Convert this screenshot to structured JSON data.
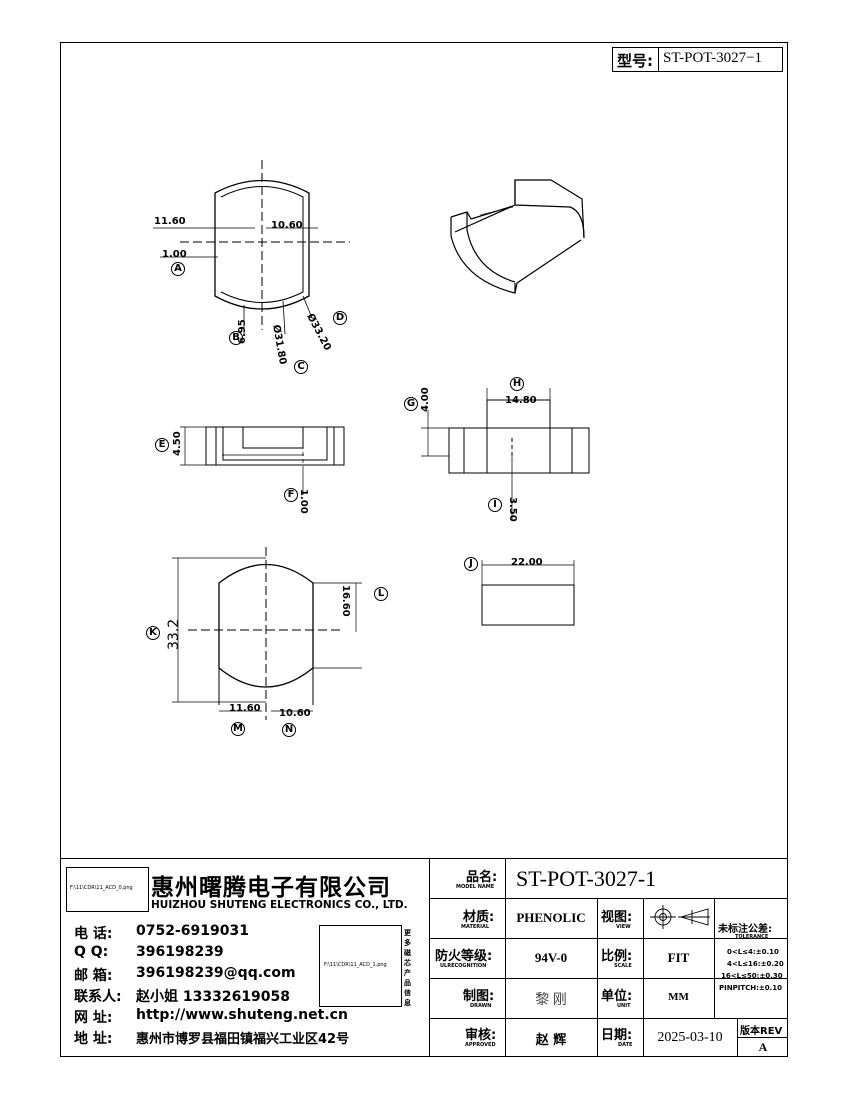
{
  "model_box": {
    "label": "型号:",
    "value": "ST-POT-3027−1"
  },
  "dims": {
    "top_view": {
      "w_left": "11.60",
      "w_right": "10.60",
      "t_top": "1.00",
      "r_b": "6.95",
      "r_c": "Ø31.80",
      "r_d": "Ø33.20",
      "tag_a": "A",
      "tag_b": "B",
      "tag_c": "C",
      "tag_d": "D"
    },
    "front_view": {
      "height": "4.50",
      "base": "1.00",
      "tag_e": "E",
      "tag_f": "F"
    },
    "side_view": {
      "h_top": "4.00",
      "width": "14.80",
      "h_bottom": "3.50",
      "tag_g": "G",
      "tag_h": "H",
      "tag_i": "I"
    },
    "bottom_view": {
      "overall": "33.2",
      "flat": "16.60",
      "w_left": "11.60",
      "w_right": "10.60",
      "tag_k": "K",
      "tag_l": "L",
      "tag_m": "M",
      "tag_n": "N"
    },
    "depth_view": {
      "width": "22.00",
      "tag_j": "J"
    }
  },
  "company": {
    "logo_path": "F:\\11\\CDR\\11_ACD_0.png",
    "name_cn": "惠州曙腾电子有限公司",
    "name_en": "HUIZHOU SHUTENG ELECTRONICS CO., LTD.",
    "contacts": [
      {
        "k": "电   话:",
        "v": "0752-6919031"
      },
      {
        "k": "Q     Q:",
        "v": "396198239"
      },
      {
        "k": "邮   箱:",
        "v": "396198239@qq.com"
      },
      {
        "k": "联系人:",
        "v": "赵小姐 13332619058"
      },
      {
        "k": "网   址:",
        "v": "http://www.shuteng.net.cn"
      },
      {
        "k": "地   址:",
        "v": "惠州市博罗县福田镇福兴工业区42号"
      }
    ],
    "qr_path": "F:\\11\\CDR\\11_ACD_1.png",
    "qr_caption": "更多磁芯产品信息"
  },
  "title_block": {
    "product": {
      "label": "品名:",
      "sub": "MODEL NAME",
      "value": "ST-POT-3027-1"
    },
    "material": {
      "label": "材质:",
      "sub": "MATERIAL",
      "value": "PHENOLIC"
    },
    "view": {
      "label": "视图:",
      "sub": "VIEW"
    },
    "tolerance": {
      "label": "未标注公差:",
      "sub": "TOLERANCE",
      "lines": [
        "0<L≤4:±0.10",
        "4<L≤16:±0.20",
        "16<L≤50:±0.30",
        "PINPITCH:±0.10"
      ]
    },
    "flame": {
      "label": "防火等级:",
      "sub": "ULRECOGNITION",
      "value": "94V-0"
    },
    "scale": {
      "label": "比例:",
      "sub": "SCALE",
      "value": "FIT"
    },
    "drawn": {
      "label": "制图:",
      "sub": "DRAWN",
      "value": "黎 刚"
    },
    "unit": {
      "label": "单位:",
      "sub": "UNIT",
      "value": "MM"
    },
    "approved": {
      "label": "审核:",
      "sub": "APPROVED",
      "value": "赵 辉"
    },
    "date": {
      "label": "日期:",
      "sub": "DATE",
      "value": "2025-03-10"
    },
    "rev": {
      "label": "版本REV",
      "value": "A"
    }
  }
}
